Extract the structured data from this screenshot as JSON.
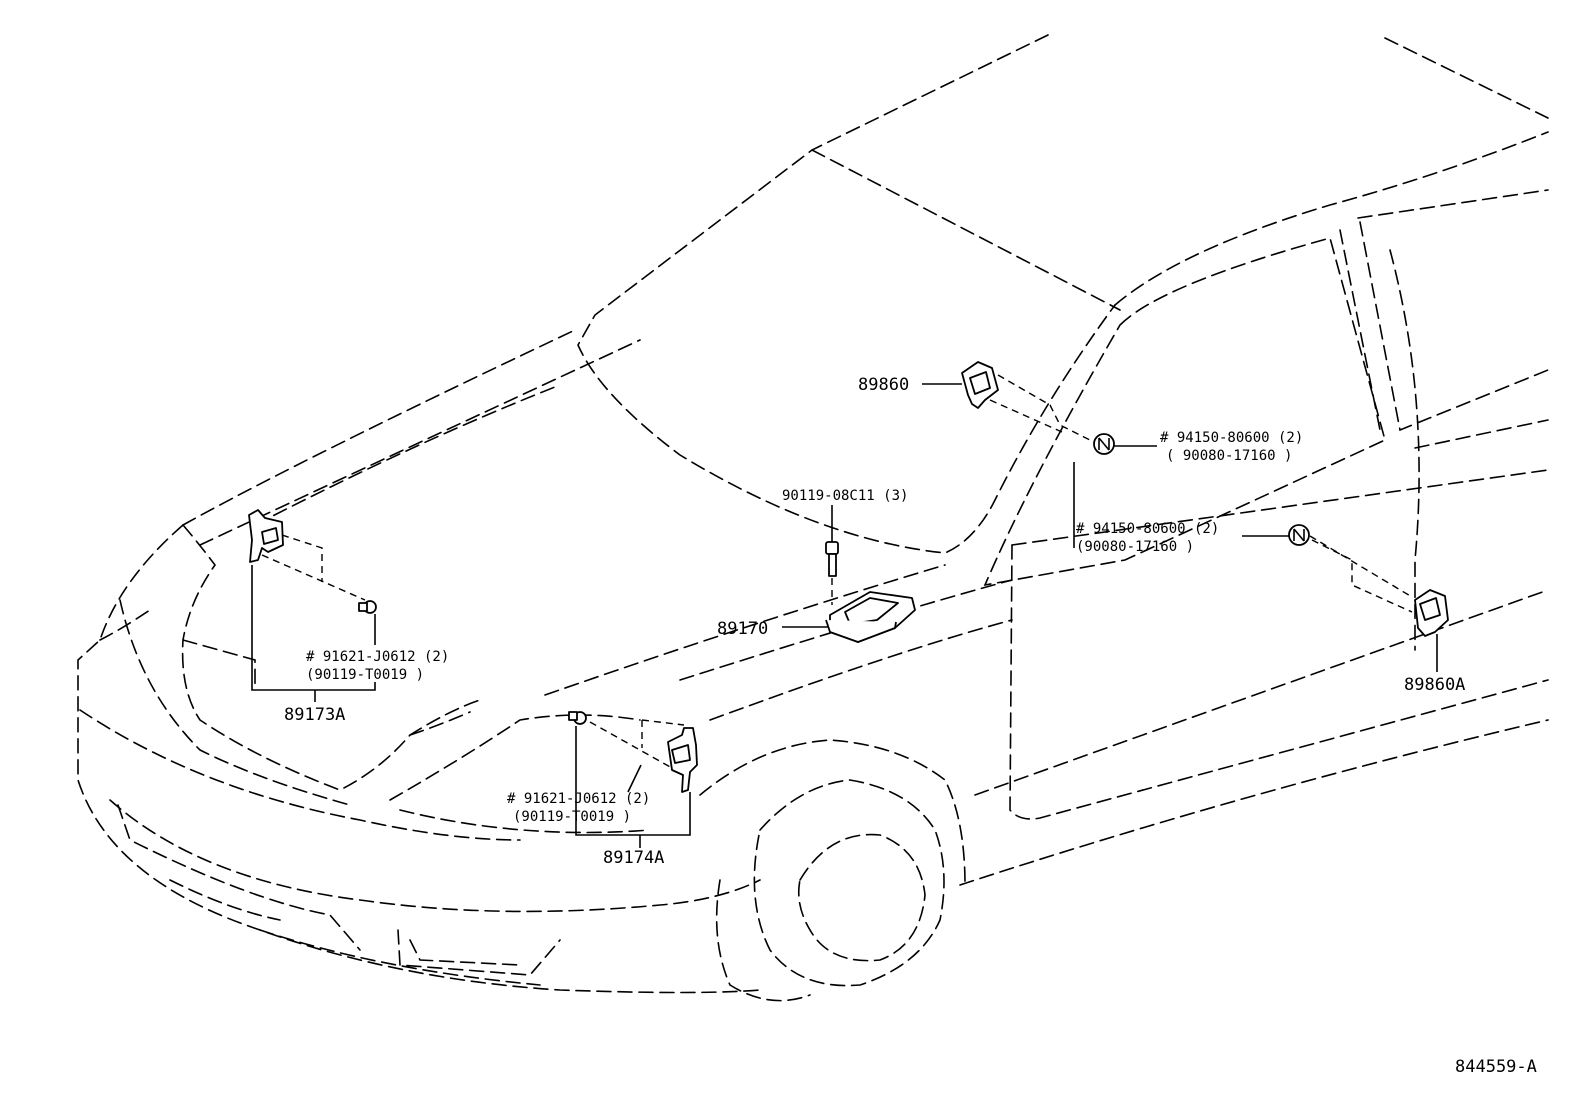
{
  "parts": {
    "ecu": "89170",
    "bolt_ecu": "90119-08C11 (3)",
    "sensor_front_left": "89173A",
    "sensor_front_right": "89174A",
    "bolt_front_left": "# 91621-J0612 (2)",
    "bolt_front_left_alt": "(90119-T0019 )",
    "bolt_front_right": "# 91621-J0612 (2)",
    "bolt_front_right_alt": "(90119-T0019 )",
    "side_sensor_front": "89860",
    "side_sensor_rear": "89860A",
    "nut_upper": "# 94150-80600 (2)",
    "nut_upper_alt": "( 90080-17160 )",
    "nut_lower": "# 94150-80600 (2)",
    "nut_lower_alt": "(90080-17160 )"
  },
  "diagram_id": "844559-A"
}
